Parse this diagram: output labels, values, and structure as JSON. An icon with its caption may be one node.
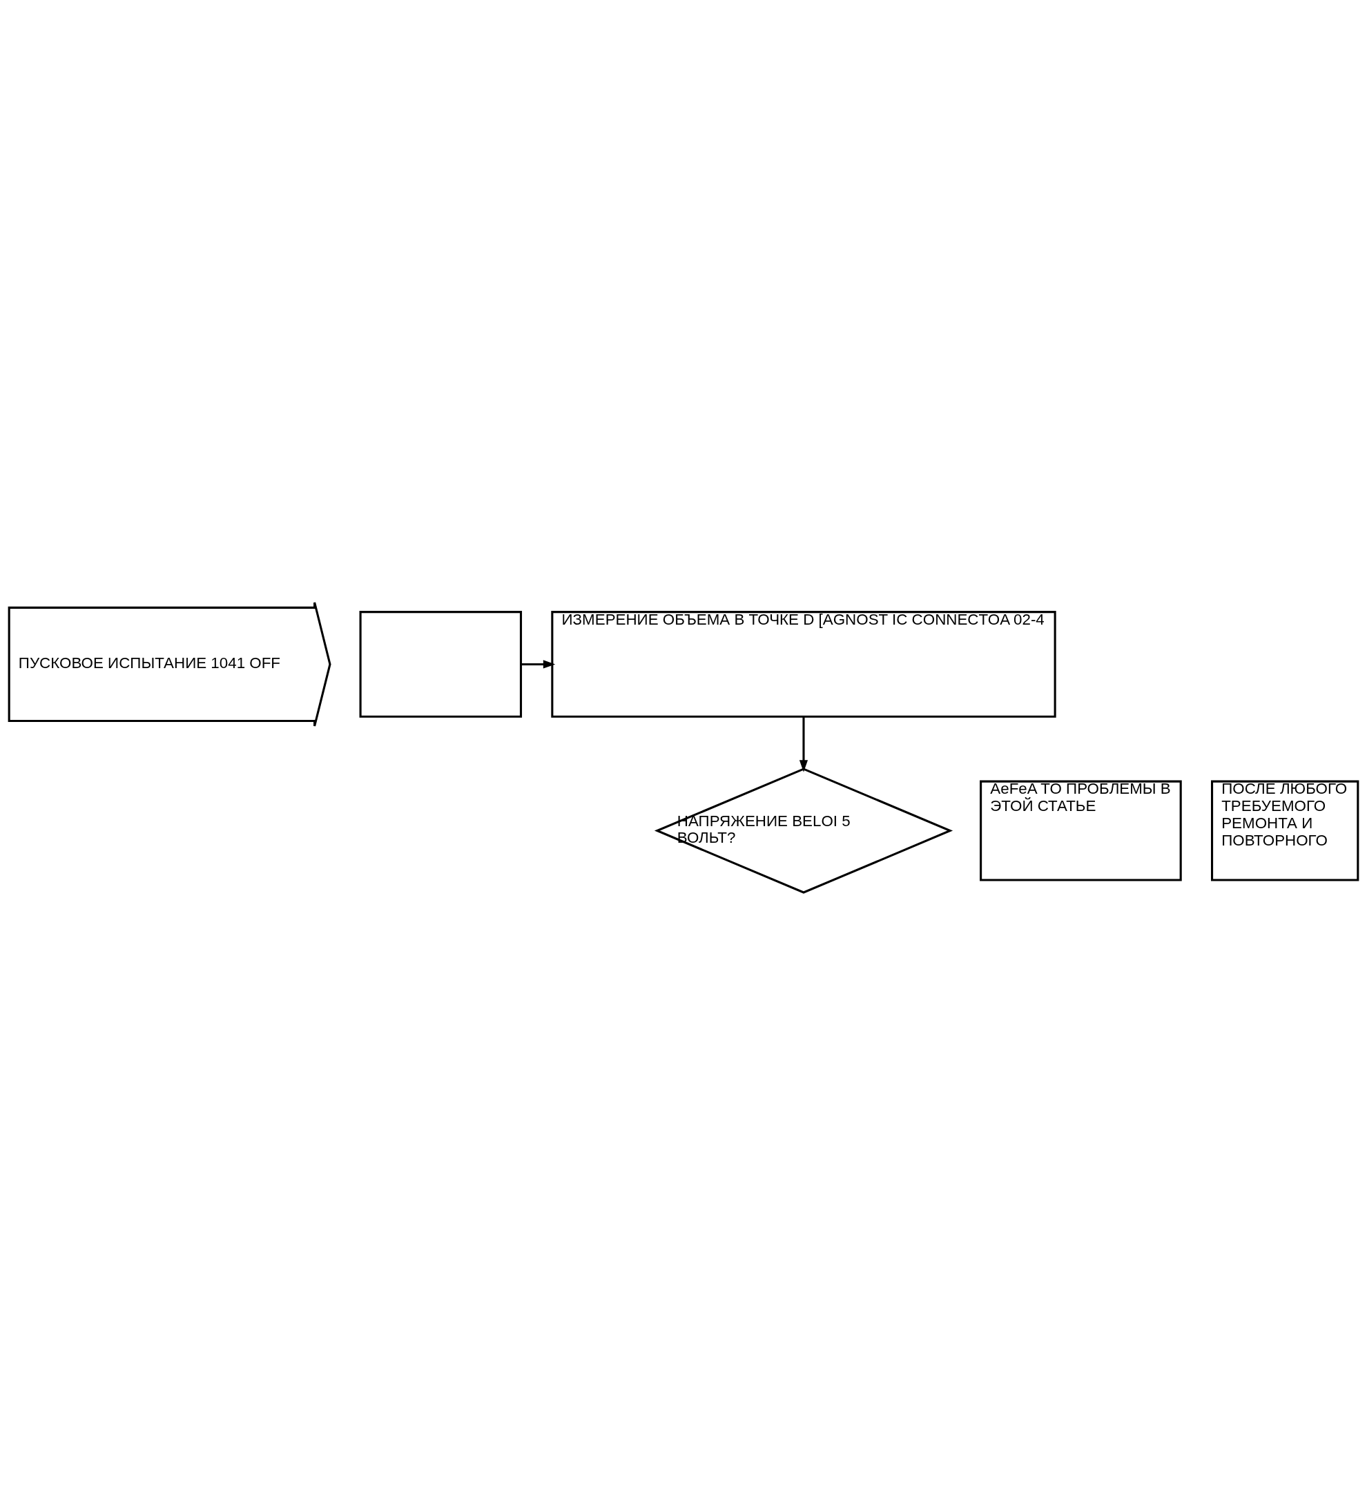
{
  "diagram": {
    "nodes": [
      {
        "text": [
          "ПУСКОВОЕ ИСПЫТАНИЕ 1041 OFF"
        ]
      },
      {
        "text": [],
        "shape": "box"
      },
      {
        "text": [
          "ИЗМЕРЕНИЕ ОБЪЕМА В ТОЧКЕ D [AGNOST IC CONNECTOA 02-4"
        ]
      },
      {
        "text": [
          "НАПРЯЖЕНИЕ BELOI 5 ВОЛЬТ?"
        ]
      },
      {
        "text": [
          "AeFeA TO ПРОБЛЕМЫ В ЭТОЙ СТАТЬЕ"
        ]
      },
      {
        "text": [
          "ПОСЛЕ ЛЮБОГО ТРЕБУЕМОГО РЕМОНТА И ПОВТОРНОГО"
        ]
      }
    ],
    "edges": [
      {
        "from": 1,
        "to": 2,
        "arrow": "to"
      },
      {
        "from": 2,
        "to": 3,
        "arrow": "to"
      }
    ]
  }
}
